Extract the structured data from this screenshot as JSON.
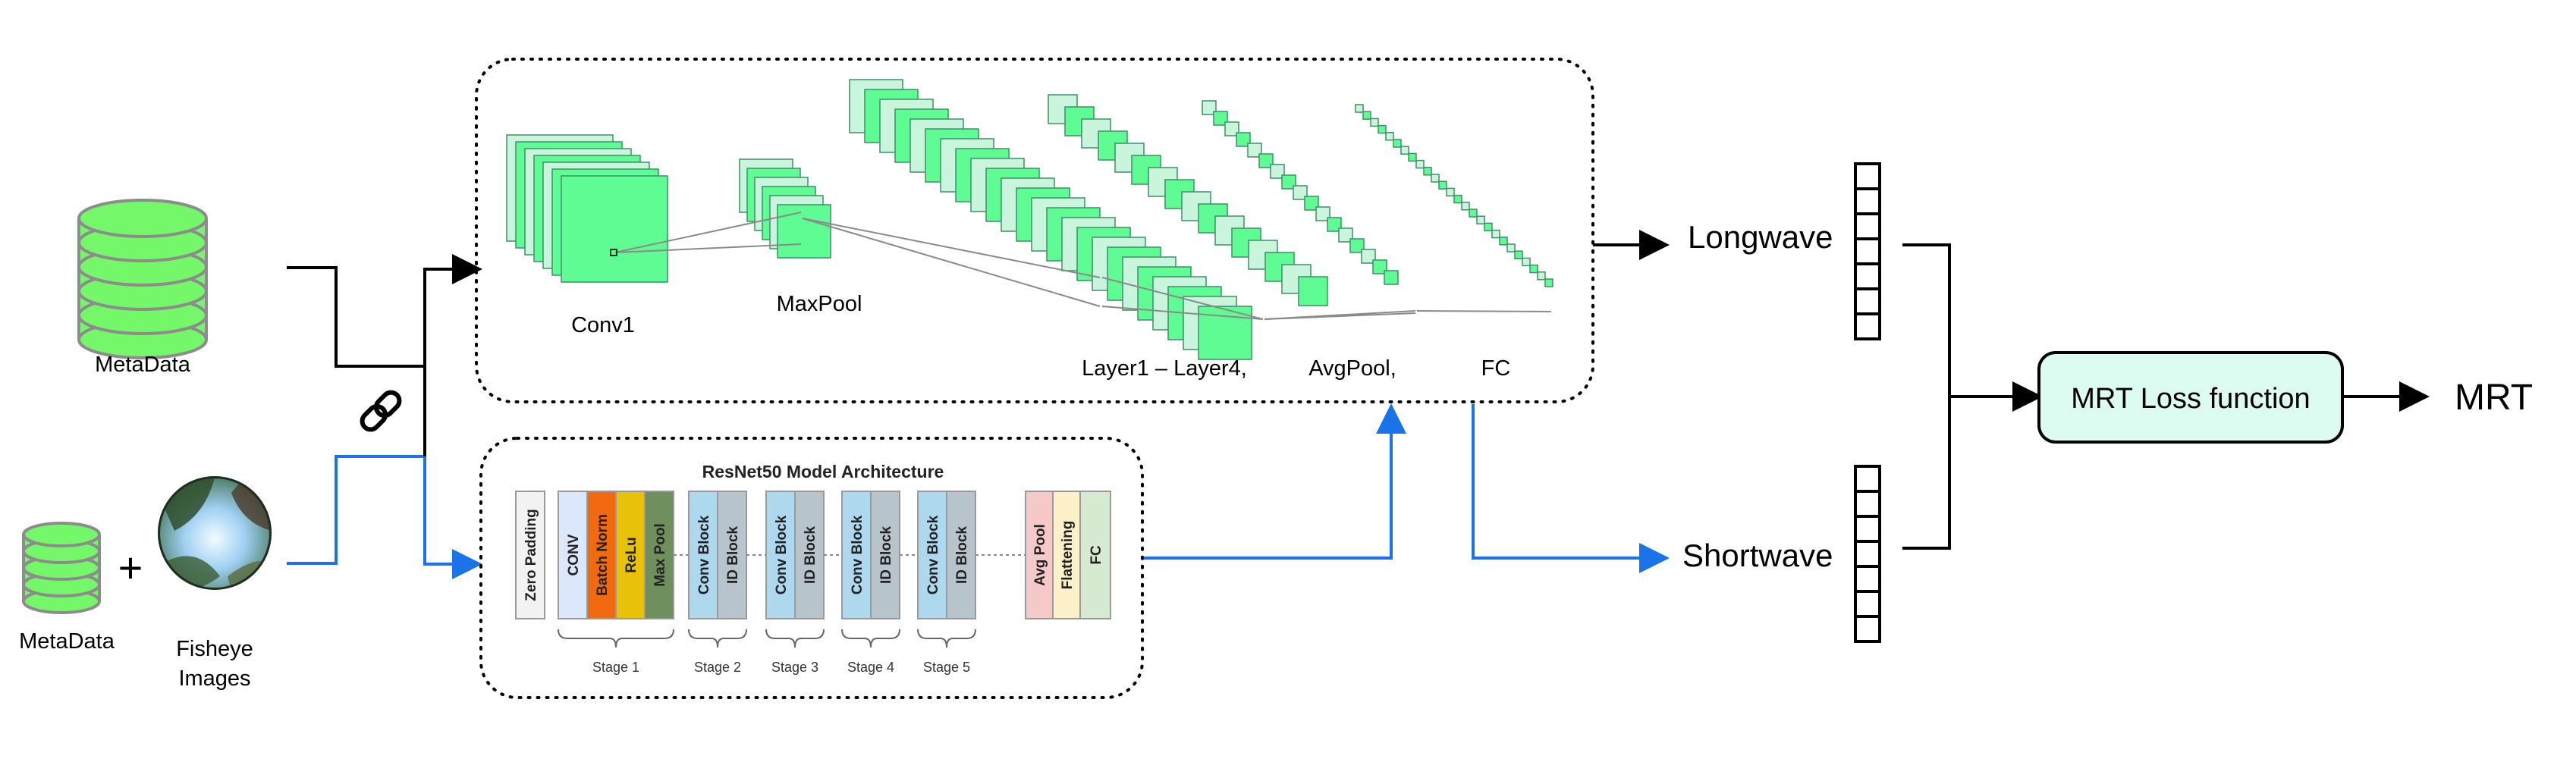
{
  "inputs": {
    "metadata_top_label": "MetaData",
    "metadata_bottom_label": "MetaData",
    "plus_symbol": "+",
    "fisheye_label_line1": "Fisheye",
    "fisheye_label_line2": "Images",
    "link_icon": "link-icon"
  },
  "cnn_panel": {
    "labels": {
      "conv1": "Conv1",
      "maxpool": "MaxPool",
      "layers": "Layer1 – Layer4,",
      "avgpool": "AvgPool,",
      "fc": "FC"
    }
  },
  "resnet_panel": {
    "title": "ResNet50 Model Architecture",
    "blocks": {
      "zero_padding": "Zero  Padding",
      "conv": "CONV",
      "batch_norm": "Batch Norm",
      "relu": "ReLu",
      "max_pool": "Max Pool",
      "conv_block": "Conv Block",
      "id_block": "ID Block",
      "avg_pool": "Avg Pool",
      "flattening": "Flattening",
      "fc": "FC"
    },
    "stages": [
      "Stage 1",
      "Stage 2",
      "Stage 3",
      "Stage 4",
      "Stage 5"
    ]
  },
  "outputs": {
    "longwave": "Longwave",
    "shortwave": "Shortwave",
    "loss_function": "MRT Loss function",
    "result": "MRT"
  },
  "colors": {
    "layer_green": "#5ffb93",
    "layer_pale": "#c9f5dd",
    "db_green": "#74f86a",
    "flow_blue": "#1a73e8",
    "loss_box_fill": "#dcfbf1",
    "zero_padding": "#f2f2f2",
    "conv": "#dbe7fb",
    "batch_norm": "#f26a10",
    "relu": "#e8c20a",
    "max_pool": "#6f8f5c",
    "conv_block": "#aed8ee",
    "id_block": "#b7c4cc",
    "avg_pool": "#f6c9c9",
    "flattening": "#fbf0c8",
    "fc_block": "#d5ead0"
  }
}
